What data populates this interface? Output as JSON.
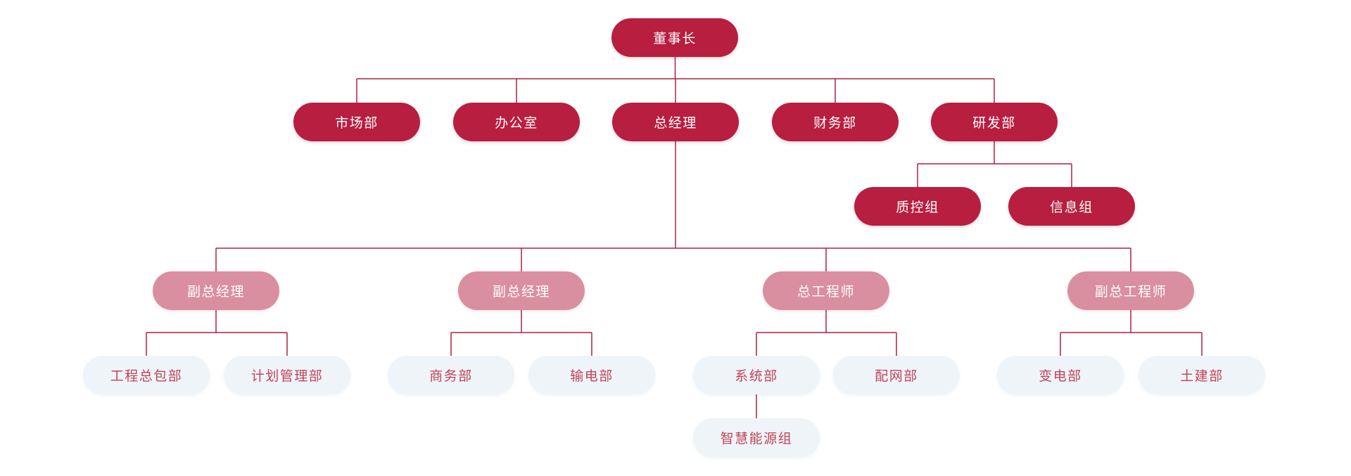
{
  "colors": {
    "node_dark": "#B71E40",
    "node_pink": "#DA8FA0",
    "node_light": "#EFF4F8",
    "text_on_dark": "#FFFFFF",
    "text_on_light": "#C04459",
    "connector_line": "#AE2140",
    "background": "#FFFFFF"
  },
  "org_chart": {
    "type": "organization-chart",
    "nodes": [
      {
        "id": "chairman",
        "label": "董事长",
        "parent": null,
        "tier": "dark"
      },
      {
        "id": "marketing",
        "label": "市场部",
        "parent": "chairman",
        "tier": "dark"
      },
      {
        "id": "office",
        "label": "办公室",
        "parent": "chairman",
        "tier": "dark"
      },
      {
        "id": "general-manager",
        "label": "总经理",
        "parent": "chairman",
        "tier": "dark"
      },
      {
        "id": "finance",
        "label": "财务部",
        "parent": "chairman",
        "tier": "dark"
      },
      {
        "id": "rnd",
        "label": "研发部",
        "parent": "chairman",
        "tier": "dark"
      },
      {
        "id": "quality-control",
        "label": "质控组",
        "parent": "rnd",
        "tier": "dark"
      },
      {
        "id": "information",
        "label": "信息组",
        "parent": "rnd",
        "tier": "dark"
      },
      {
        "id": "deputy-gm-1",
        "label": "副总经理",
        "parent": "general-manager",
        "tier": "pink"
      },
      {
        "id": "deputy-gm-2",
        "label": "副总经理",
        "parent": "general-manager",
        "tier": "pink"
      },
      {
        "id": "chief-engineer",
        "label": "总工程师",
        "parent": "general-manager",
        "tier": "pink"
      },
      {
        "id": "deputy-chief-engineer",
        "label": "副总工程师",
        "parent": "general-manager",
        "tier": "pink"
      },
      {
        "id": "epc",
        "label": "工程总包部",
        "parent": "deputy-gm-1",
        "tier": "light"
      },
      {
        "id": "planning",
        "label": "计划管理部",
        "parent": "deputy-gm-1",
        "tier": "light"
      },
      {
        "id": "commerce",
        "label": "商务部",
        "parent": "deputy-gm-2",
        "tier": "light"
      },
      {
        "id": "transmission",
        "label": "输电部",
        "parent": "deputy-gm-2",
        "tier": "light"
      },
      {
        "id": "system",
        "label": "系统部",
        "parent": "chief-engineer",
        "tier": "light"
      },
      {
        "id": "distribution",
        "label": "配网部",
        "parent": "chief-engineer",
        "tier": "light"
      },
      {
        "id": "substation",
        "label": "变电部",
        "parent": "deputy-chief-engineer",
        "tier": "light"
      },
      {
        "id": "civil",
        "label": "土建部",
        "parent": "deputy-chief-engineer",
        "tier": "light"
      },
      {
        "id": "smart-energy",
        "label": "智慧能源组",
        "parent": "system",
        "tier": "light"
      }
    ]
  }
}
